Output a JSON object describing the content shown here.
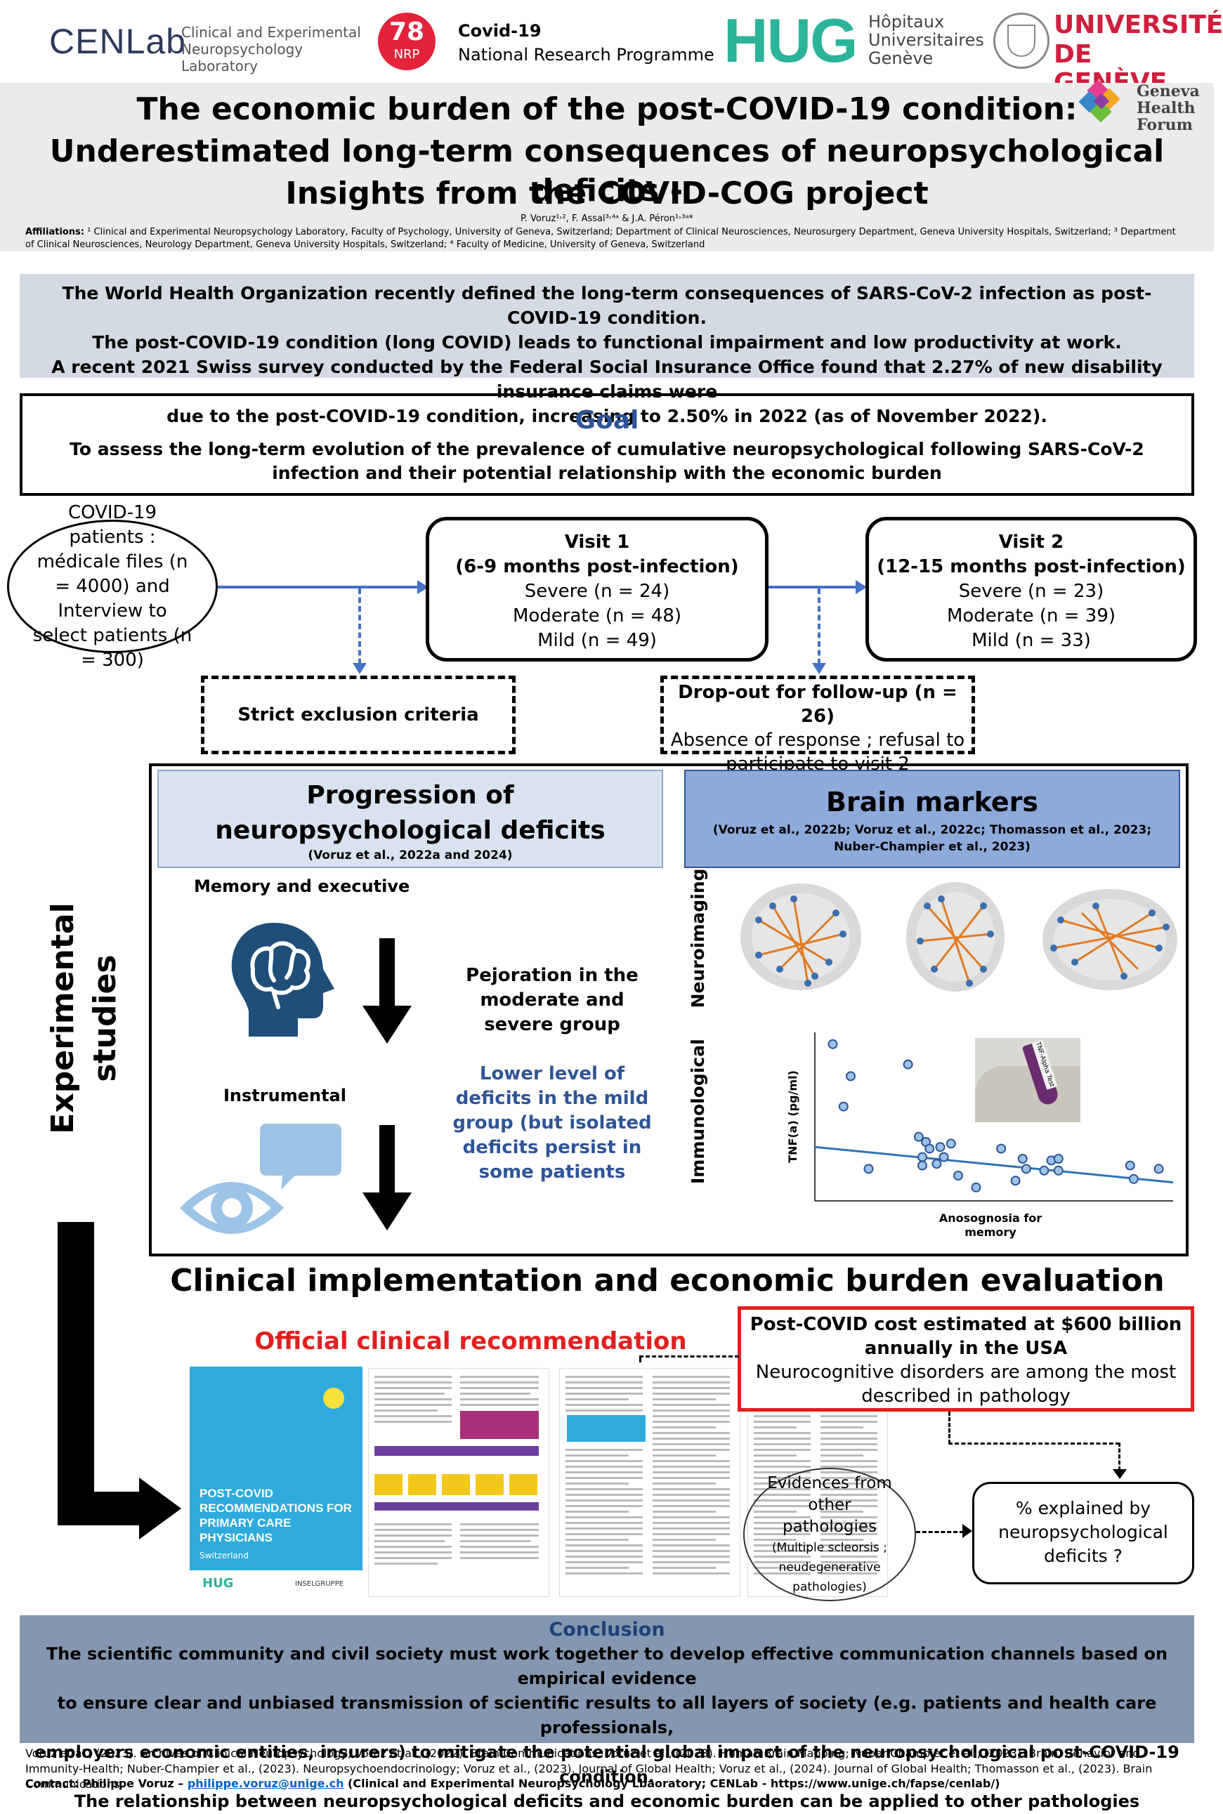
{
  "header": {
    "cenlab": "CENLab",
    "cenlab_sub": "Clinical and Experimental\nNeuropsychology Laboratory",
    "nrp_num": "78",
    "nrp_label": "NRP",
    "nrp_title": "Covid-19",
    "nrp_sub": "National Research Programme",
    "hug": "HUG",
    "hug_sub": "Hôpitaux\nUniversitaires\nGenève",
    "unige1": "UNIVERSITÉ",
    "unige2": "DE GENÈVE",
    "ghf": "Geneva\nHealth\nForum"
  },
  "title": {
    "line1": "The economic burden of the post-COVID-19 condition:",
    "line2": "Underestimated long-term consequences of neuropsychological deficits -",
    "line3": "Insights from the COVID-COG project",
    "authors": "P. Voruz¹˒², F. Assal³˒⁴ᵃ & J.A. Péron¹˒³ᵃ*",
    "affiliations_label": "Affiliations:",
    "affiliations": " ¹ Clinical and Experimental Neuropsychology Laboratory, Faculty of Psychology, University of Geneva, Switzerland; Department of Clinical Neurosciences, Neurosurgery Department, Geneva University Hospitals, Switzerland; ³ Department of Clinical Neurosciences, Neurology Department, Geneva University Hospitals, Switzerland; ⁴ Faculty of Medicine, University of Geneva, Switzerland"
  },
  "intro": {
    "l1": "The World Health Organization recently defined the long-term consequences of SARS-CoV-2 infection as post-COVID-19 condition.",
    "l2": "The post-COVID-19 condition (long COVID) leads to functional impairment and low productivity at work.",
    "l3": "A recent 2021 Swiss survey conducted by the Federal Social Insurance Office found that 2.27% of new disability insurance claims were",
    "l4": "due to the post-COVID-19 condition, increasing to 2.50% in 2022 (as of November 2022)."
  },
  "goal": {
    "title": "Goal",
    "text": "To assess the long-term evolution of the prevalence of cumulative neuropsychological following SARS-CoV-2 infection and their potential relationship with the economic burden"
  },
  "flow": {
    "patients": "COVID-19 patients : médicale files (n = 4000) and Interview to select patients (n = 300)",
    "v1_title": "Visit 1",
    "v1_sub": "(6-9 months post-infection)",
    "v1_severe": "Severe (n = 24)",
    "v1_moderate": "Moderate (n = 48)",
    "v1_mild": "Mild  (n = 49)",
    "v2_title": "Visit 2",
    "v2_sub": "(12-15 months post-infection)",
    "v2_severe": "Severe (n = 23)",
    "v2_moderate": "Moderate (n = 39)",
    "v2_mild": "Mild  (n = 33)",
    "exclusion": "Strict exclusion criteria",
    "dropout_title": "Drop-out for follow-up (n = 26)",
    "dropout_text": "Absence of response ; refusal to participate to visit 2"
  },
  "experimental": {
    "side_label": "Experimental studies",
    "prog_title": "Progression of neuropsychological deficits",
    "prog_ref": "(Voruz et al., 2022a and 2024)",
    "memory": "Memory and executive",
    "instrumental": "Instrumental",
    "pejoration": "Pejoration in the moderate and severe group",
    "lower": "Lower level of deficits in the mild group (but isolated deficits persist in some patients",
    "brain_title": "Brain markers",
    "brain_ref": "(Voruz et al., 2022b; Voruz et al., 2022c; Thomasson et al., 2023; Nuber-Champier et al., 2023)",
    "neuroimaging": "Neuroimaging",
    "immunological": "Immunological",
    "tube_label": "TNF-Alpha Test"
  },
  "chart_data": {
    "type": "scatter",
    "xlabel": "Anosognosia for memory",
    "ylabel": "TNF(a) (pg/ml)",
    "points": [
      [
        0.5,
        9.3
      ],
      [
        0.8,
        5.6
      ],
      [
        1.0,
        7.4
      ],
      [
        2.6,
        8.1
      ],
      [
        2.9,
        3.8
      ],
      [
        3.0,
        2.6
      ],
      [
        3.0,
        2.1
      ],
      [
        3.1,
        3.5
      ],
      [
        3.2,
        3.1
      ],
      [
        3.4,
        2.2
      ],
      [
        3.5,
        3.2
      ],
      [
        3.6,
        2.6
      ],
      [
        3.8,
        3.4
      ],
      [
        4.0,
        1.5
      ],
      [
        4.5,
        0.8
      ],
      [
        5.2,
        3.1
      ],
      [
        5.6,
        1.2
      ],
      [
        5.8,
        2.5
      ],
      [
        5.9,
        1.9
      ],
      [
        6.4,
        1.8
      ],
      [
        6.6,
        2.4
      ],
      [
        6.8,
        1.8
      ],
      [
        6.8,
        2.5
      ],
      [
        8.8,
        2.1
      ],
      [
        8.9,
        1.3
      ],
      [
        9.6,
        1.9
      ],
      [
        1.5,
        1.9
      ]
    ],
    "trend": [
      [
        0,
        3.2
      ],
      [
        10,
        1.1
      ]
    ]
  },
  "clinical": {
    "title": "Clinical implementation and economic burden evaluation",
    "official": "Official clinical recommendation",
    "cost_title": "Post-COVID cost estimated at $600 billion annually in the USA",
    "cost_text": "Neurocognitive disorders are among the most described in pathology",
    "evidence": "Evidences from other pathologies",
    "evidence_small": "(Multiple scleorsis ; neudegenerative pathologies)",
    "explained": "% explained by neuropsychological deficits ?",
    "doc_cover": "POST-COVID RECOMMENDATIONS FOR PRIMARY CARE PHYSICIANS",
    "doc_country": "Switzerland",
    "doc_hug": "HUG",
    "doc_insel": "INSELGRUPPE"
  },
  "conclusion": {
    "title": "Conclusion",
    "l1": "The scientific community and civil society must work together to develop effective communication channels based on empirical evidence",
    "l2": "to ensure clear and unbiased transmission of scientific results to all layers of society (e.g. patients and health care professionals,",
    "l3": "employers economic entities, insurers) to mitigate the potential global impact of the neuropsychological post-COVID-19 condition.",
    "l4": "The relationship between neuropsychological deficits and economic burden can be applied to other pathologies"
  },
  "refs": {
    "text": "Voruz et al., (2023). Archives of Clinical Neuropsychology; Voruz et al., (2022). Brain Communications; Voruz et al., (2023). Human Brain Mapping; Nuber-Champier et al., (2023). Brain, Behavior and Immunity-Health; Nuber-Champier et al., (2023). Neuropsychoendocrinology; Voruz et al., (2023). Journal of Global Health; Voruz et al., (2024). Journal of Global Health; Thomasson et al., (2023). Brain Communications.",
    "contact_label": "Contact: Philippe Voruz – ",
    "email": "philippe.voruz@unige.ch",
    "contact_rest": " (Clinical and Experimental Neuropsychology Lbaoratory; CENLab - https://www.unige.ch/fapse/cenlab/)"
  }
}
